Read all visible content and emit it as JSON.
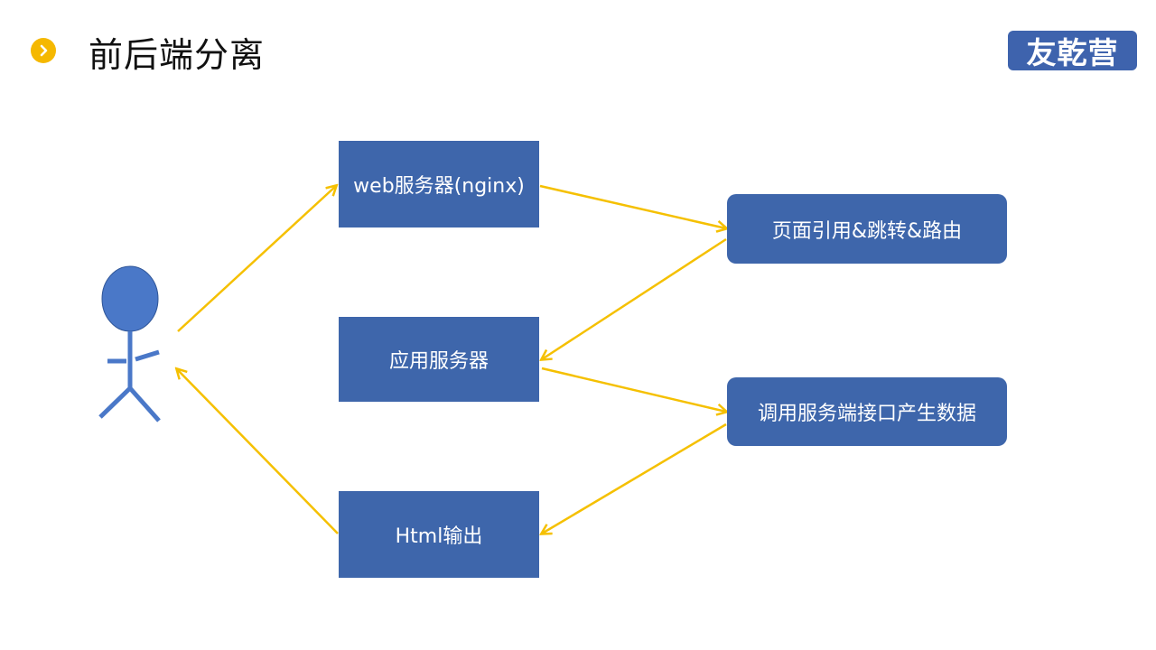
{
  "header": {
    "title": "前后端分离",
    "logo_text": "友乾营"
  },
  "nodes": {
    "web_server": "web服务器(nginx)",
    "app_server": "应用服务器",
    "html_output": "Html输出",
    "page_routing": "页面引用&跳转&路由",
    "call_api": "调用服务端接口产生数据"
  },
  "colors": {
    "box": "#3e66ab",
    "arrow": "#f5c000",
    "accent": "#f5b800",
    "person": "#4a78c8"
  }
}
